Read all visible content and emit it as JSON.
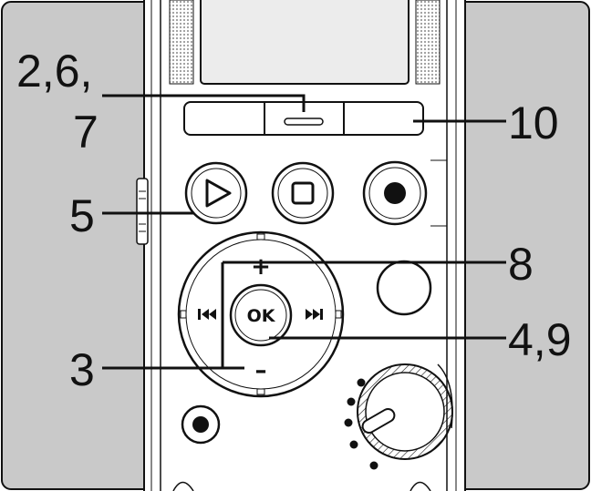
{
  "callouts": {
    "c1_line1": "2,6,",
    "c1_line2": "7",
    "c10": "10",
    "c5": "5",
    "c8": "8",
    "c3": "3",
    "c49": "4,9"
  },
  "buttons": {
    "ok_label": "OK",
    "plus_label": "+",
    "minus_label": "–",
    "prev_label": "⏮",
    "next_label": "⏭"
  },
  "icons": {
    "play": "play-icon",
    "stop": "stop-icon",
    "record": "record-icon",
    "dial": "volume-dial"
  },
  "colors": {
    "panel_gray": "#c9c9c9",
    "outline": "#111111",
    "device_fill": "#ffffff",
    "grille": "#ececec"
  }
}
